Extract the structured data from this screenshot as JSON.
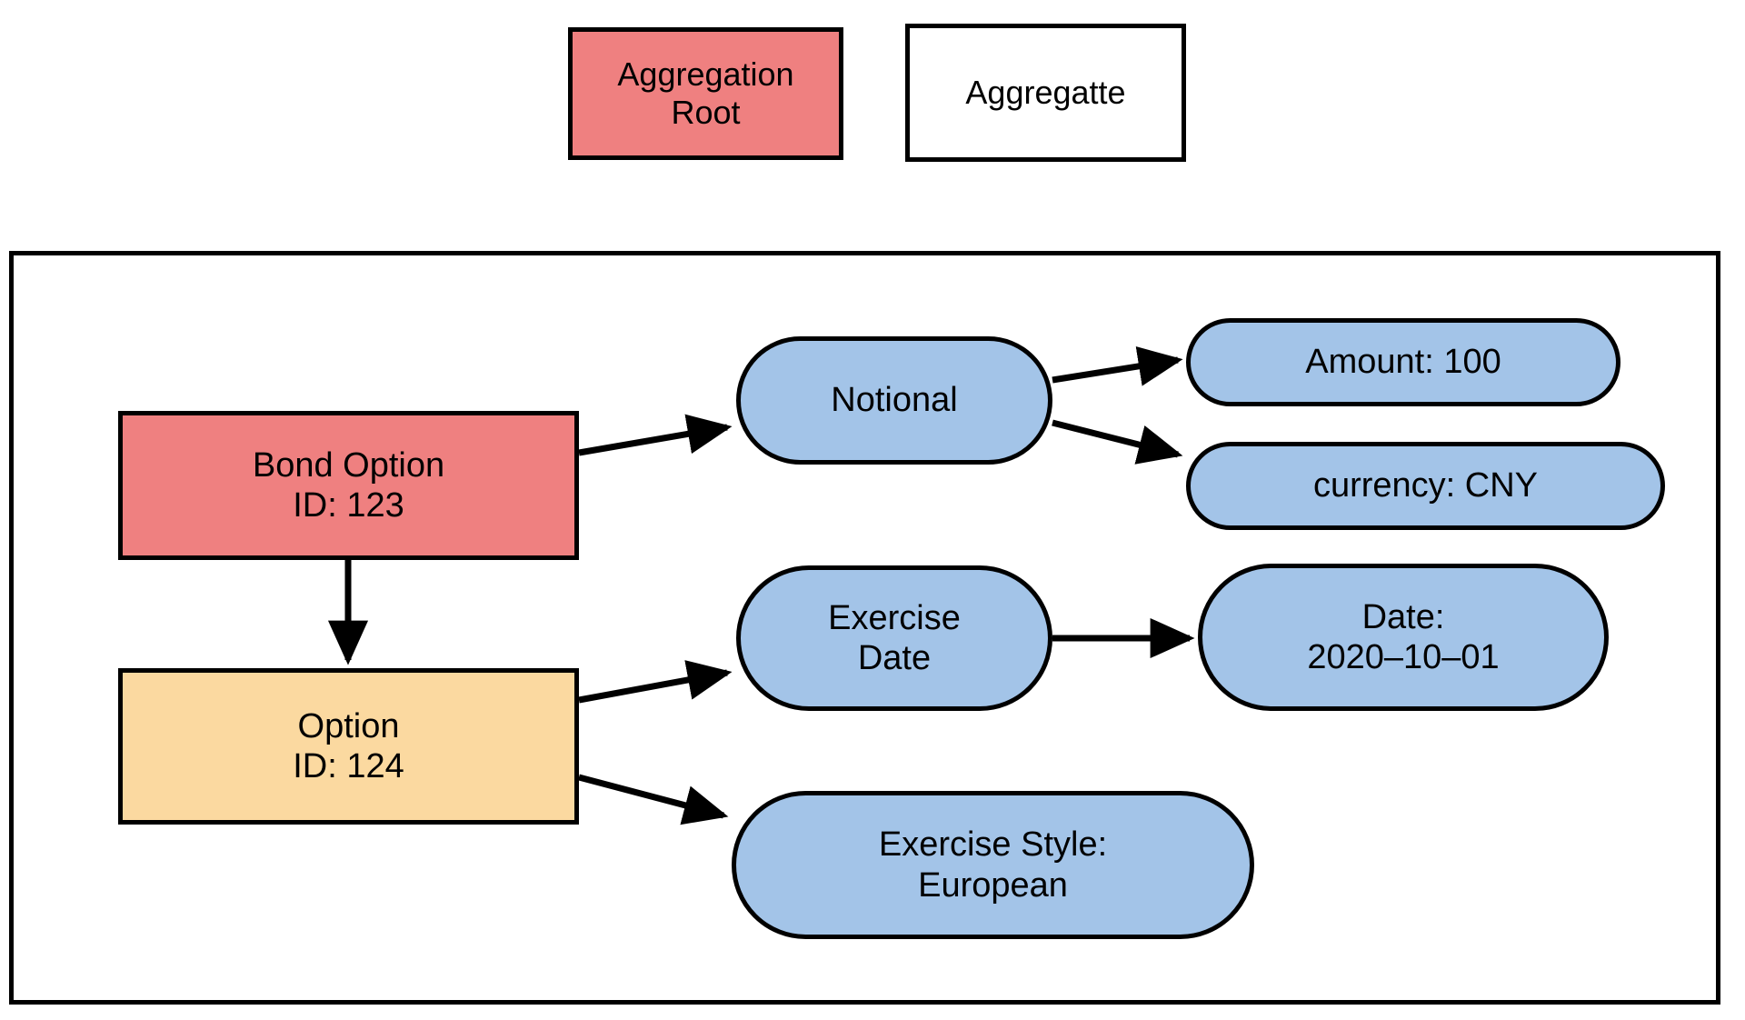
{
  "legend": {
    "items": [
      {
        "label": "Aggregation\nRoot",
        "fill": "#ef8080",
        "shape": "rectangle"
      },
      {
        "label": "Aggregatte",
        "fill": "#ffffff",
        "shape": "rectangle"
      }
    ]
  },
  "diagram": {
    "title": "",
    "palette": {
      "aggregation_root": "#ef8080",
      "aggregate": "#fbd9a0",
      "attribute": "#a3c4e8",
      "stroke": "#000000",
      "background": "#ffffff"
    },
    "nodes": [
      {
        "id": "bond-option",
        "label": "Bond Option\nID: 123",
        "shape": "rectangle",
        "fill": "#ef8080",
        "role": "aggregation-root"
      },
      {
        "id": "option",
        "label": "Option\nID: 124",
        "shape": "rectangle",
        "fill": "#fbd9a0",
        "role": "aggregate"
      },
      {
        "id": "notional",
        "label": "Notional",
        "shape": "stadium",
        "fill": "#a3c4e8",
        "role": "attribute"
      },
      {
        "id": "amount",
        "label": "Amount: 100",
        "shape": "stadium",
        "fill": "#a3c4e8",
        "role": "value"
      },
      {
        "id": "currency",
        "label": "currency: CNY",
        "shape": "stadium",
        "fill": "#a3c4e8",
        "role": "value"
      },
      {
        "id": "exercise-date",
        "label": "Exercise\nDate",
        "shape": "stadium",
        "fill": "#a3c4e8",
        "role": "attribute"
      },
      {
        "id": "date-value",
        "label": "Date:\n2020–10–01",
        "shape": "stadium",
        "fill": "#a3c4e8",
        "role": "value"
      },
      {
        "id": "exercise-style",
        "label": "Exercise Style:\nEuropean",
        "shape": "stadium",
        "fill": "#a3c4e8",
        "role": "value"
      }
    ],
    "edges": [
      {
        "from": "bond-option",
        "to": "notional",
        "style": "solid-arrow"
      },
      {
        "from": "bond-option",
        "to": "option",
        "style": "solid-arrow"
      },
      {
        "from": "notional",
        "to": "amount",
        "style": "solid-arrow"
      },
      {
        "from": "notional",
        "to": "currency",
        "style": "solid-arrow"
      },
      {
        "from": "option",
        "to": "exercise-date",
        "style": "solid-arrow"
      },
      {
        "from": "option",
        "to": "exercise-style",
        "style": "solid-arrow"
      },
      {
        "from": "exercise-date",
        "to": "date-value",
        "style": "solid-arrow"
      }
    ]
  }
}
